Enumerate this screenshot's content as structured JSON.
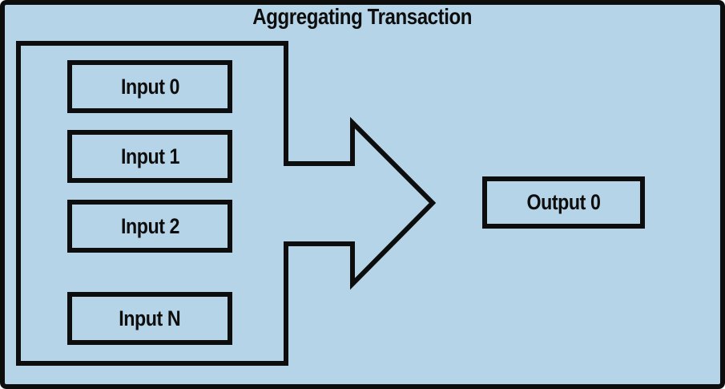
{
  "diagram": {
    "title": "Aggregating Transaction",
    "inputs": [
      "Input 0",
      "Input 1",
      "Input 2",
      "Input N"
    ],
    "output_label": "Output 0",
    "arrow_meaning": "inputs-aggregate-into-single-output",
    "colors": {
      "background": "#b5d4e8",
      "line": "#0d0d0d",
      "text": "#0d0d0d"
    }
  }
}
